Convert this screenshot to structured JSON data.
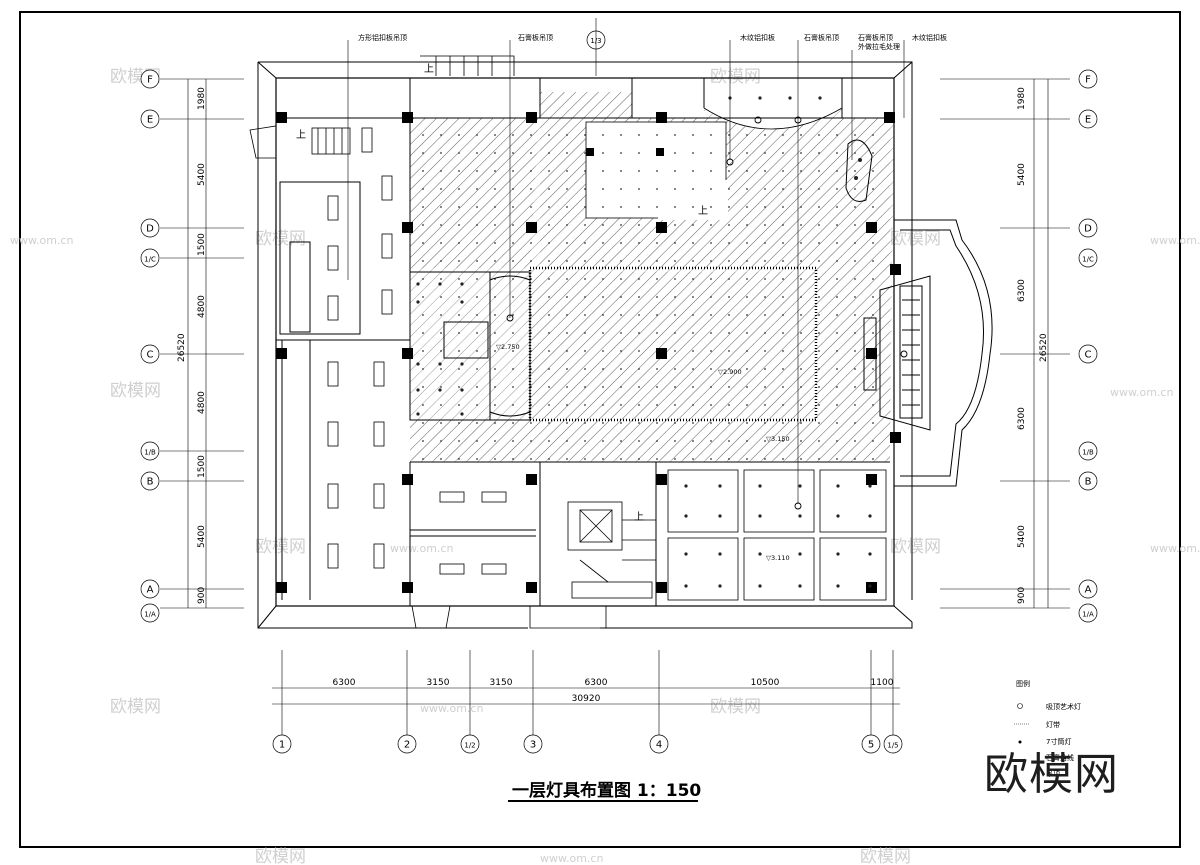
{
  "drawing": {
    "title": "一层灯具布置图 1：150",
    "watermark": "欧模网",
    "watermark_small": "欧模网",
    "watermark_url": "www.om.cn",
    "stair_label": "上"
  },
  "grid": {
    "rows": [
      "F",
      "E",
      "D",
      "1/C",
      "C",
      "1/B",
      "B",
      "A",
      "1/A"
    ],
    "cols": [
      "1",
      "2",
      "1/2",
      "3",
      "4",
      "5",
      "1/5"
    ],
    "col_top": "1/3"
  },
  "dimensions": {
    "bottom_segments": [
      "6300",
      "3150",
      "3150",
      "6300",
      "10500",
      "1100"
    ],
    "bottom_total": "30920",
    "left_segments": [
      "1980",
      "5400",
      "1500",
      "4800",
      "4800",
      "1500",
      "5400",
      "900"
    ],
    "left_total": "26520",
    "right_segments": [
      "1980",
      "5400",
      "6300",
      "6300",
      "5400",
      "900"
    ],
    "right_total": "26520"
  },
  "annotations": {
    "a1": "方形铝扣板吊顶",
    "a2": "石膏板吊顶",
    "a3": "木纹铝扣板",
    "a4": "石膏板吊顶",
    "a5": "石膏板吊顶",
    "a5b": "外做拉毛处理",
    "a6": "木纹铝扣板"
  },
  "levels": {
    "l1": "▽2.750",
    "l2": "▽2.900",
    "l3": "▽3.150",
    "l4": "▽3.110"
  },
  "legend": {
    "title": "图例",
    "items": [
      "吸顶艺术灯",
      "灯带",
      "7寸筒灯",
      "石膏角线",
      "吊顶"
    ]
  },
  "colors": {
    "line": "#000000",
    "watermark": "#cfcfcf",
    "frame": "#000000"
  }
}
